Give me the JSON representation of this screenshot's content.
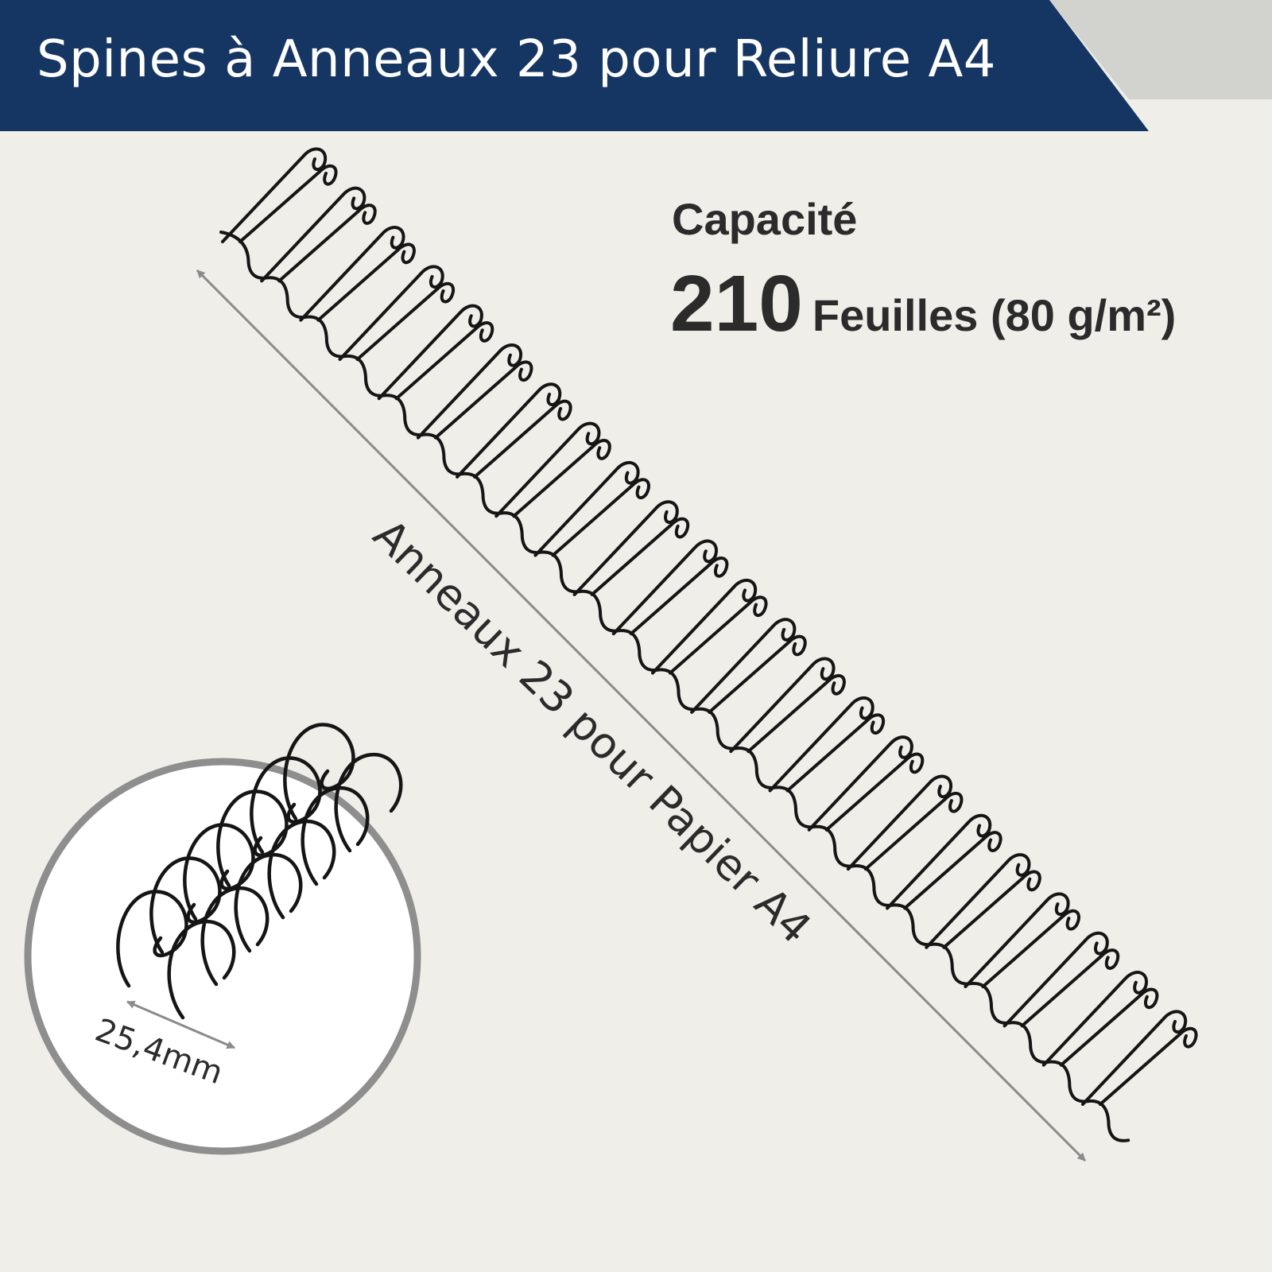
{
  "banner": {
    "title": "Spines à Anneaux 23 pour Reliure A4",
    "color": "#153663"
  },
  "capacity": {
    "label": "Capacité",
    "number": "210",
    "unit": "Feuilles (80 g/m²)"
  },
  "product": {
    "rings": 23,
    "wire_color": "#151515",
    "length_label": "Anneaux 23 pour Papier A4",
    "diameter_label": "25,4mm"
  },
  "icons": {
    "length_arrow": "double-arrow-icon",
    "diameter_arrow": "double-arrow-icon"
  }
}
